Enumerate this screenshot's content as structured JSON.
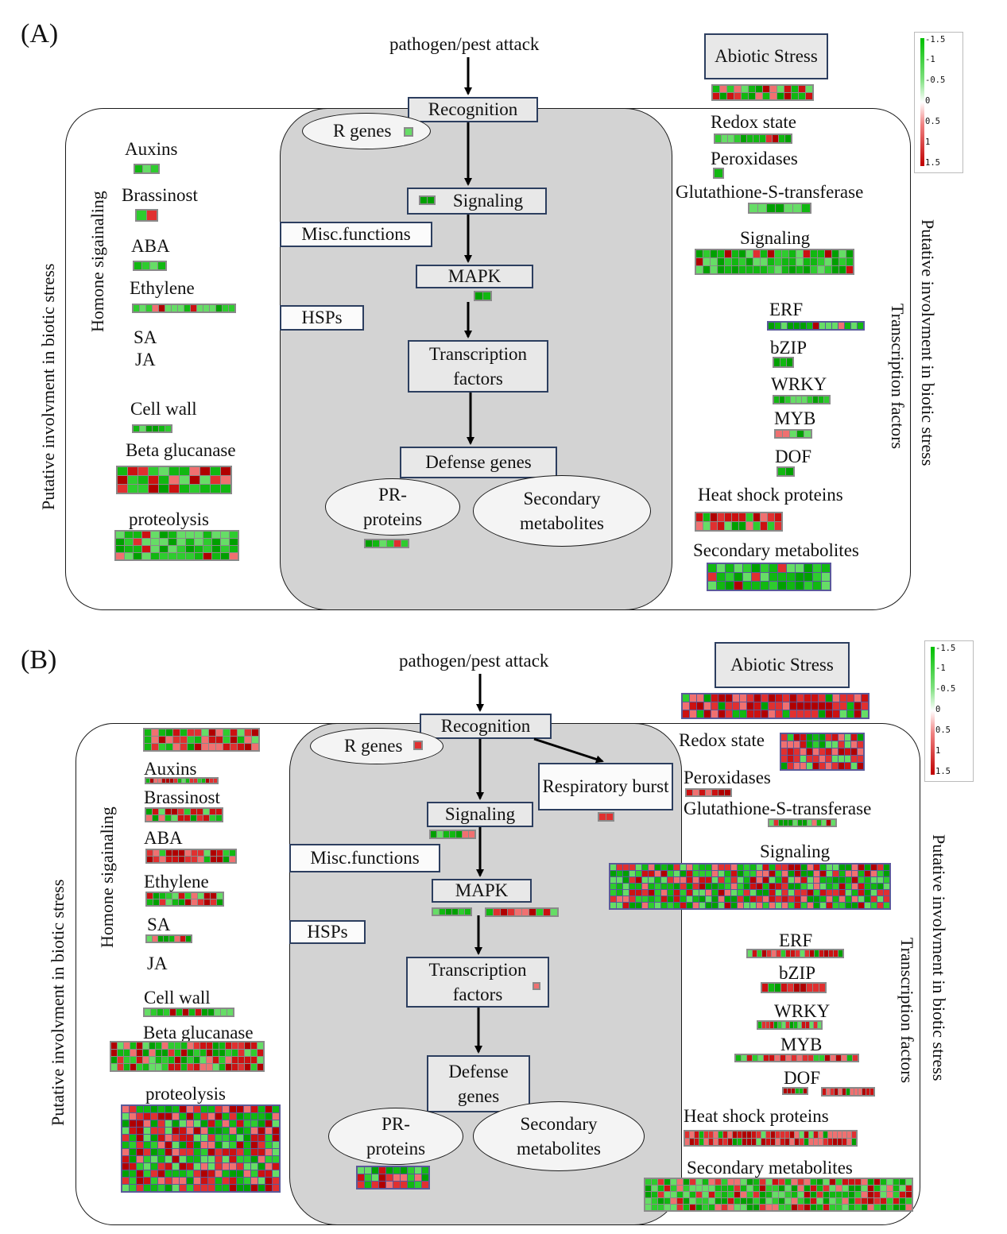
{
  "panels": [
    {
      "letter": "(A)",
      "attack": "pathogen/pest attack",
      "abiotic": "Abiotic Stress",
      "recognition": "Recognition",
      "r_genes": "R genes",
      "signaling": "Signaling",
      "misc": "Misc.functions",
      "mapk": "MAPK",
      "hsps": "HSPs",
      "tf": "Transcription factors",
      "defense": "Defense genes",
      "pr": "PR-proteins",
      "secmet": "Secondary metabolites",
      "left_outer": "Putative involvment in biotic stress",
      "left_inner": "Homone sigainaling",
      "right_outer": "Putative involvment in biotic stress",
      "right_inner": "Transcription factors",
      "left_labels": [
        "Auxins",
        "Brassinost",
        "ABA",
        "Ethylene",
        "SA",
        "JA",
        "Cell wall",
        "Beta glucanase",
        "proteolysis"
      ],
      "right_labels": [
        "Redox state",
        "Peroxidases",
        "Glutathione-S-transferase",
        "Signaling",
        "ERF",
        "bZIP",
        "WRKY",
        "MYB",
        "DOF",
        "Heat shock proteins",
        "Secondary metabolites"
      ]
    },
    {
      "letter": "(B)",
      "attack": "pathogen/pest attack",
      "abiotic": "Abiotic Stress",
      "recognition": "Recognition",
      "r_genes": "R genes",
      "resp": "Respiratory burst",
      "signaling": "Signaling",
      "misc": "Misc.functions",
      "mapk": "MAPK",
      "hsps": "HSPs",
      "tf": "Transcription factors",
      "defense": "Defense genes",
      "pr": "PR-proteins",
      "secmet": "Secondary metabolites",
      "left_outer": "Putative involvment in biotic stress",
      "left_inner": "Homone sigainaling",
      "right_outer": "Putative involvment in biotic stress",
      "right_inner": "Transcription factors",
      "left_labels": [
        "Auxins",
        "Brassinost",
        "ABA",
        "Ethylene",
        "SA",
        "JA",
        "Cell wall",
        "Beta glucanase",
        "proteolysis"
      ],
      "right_labels": [
        "Redox state",
        "Peroxidases",
        "Glutathione-S-transferase",
        "Signaling",
        "ERF",
        "bZIP",
        "WRKY",
        "MYB",
        "DOF",
        "Heat shock proteins",
        "Secondary metabolites"
      ]
    }
  ],
  "legend": {
    "ticks": [
      "-1.5",
      "-1",
      "-0.5",
      "0",
      "0.5",
      "1",
      "1.5"
    ],
    "scale_colors": {
      "low": "#00c000",
      "mid": "#ffffff",
      "high": "#c00000"
    }
  },
  "heatmap_palette": {
    "green": [
      "#00a000",
      "#11b811",
      "#2ecc2e",
      "#66dd66"
    ],
    "red": [
      "#b00000",
      "#cc1111",
      "#e03030",
      "#f07070"
    ]
  }
}
